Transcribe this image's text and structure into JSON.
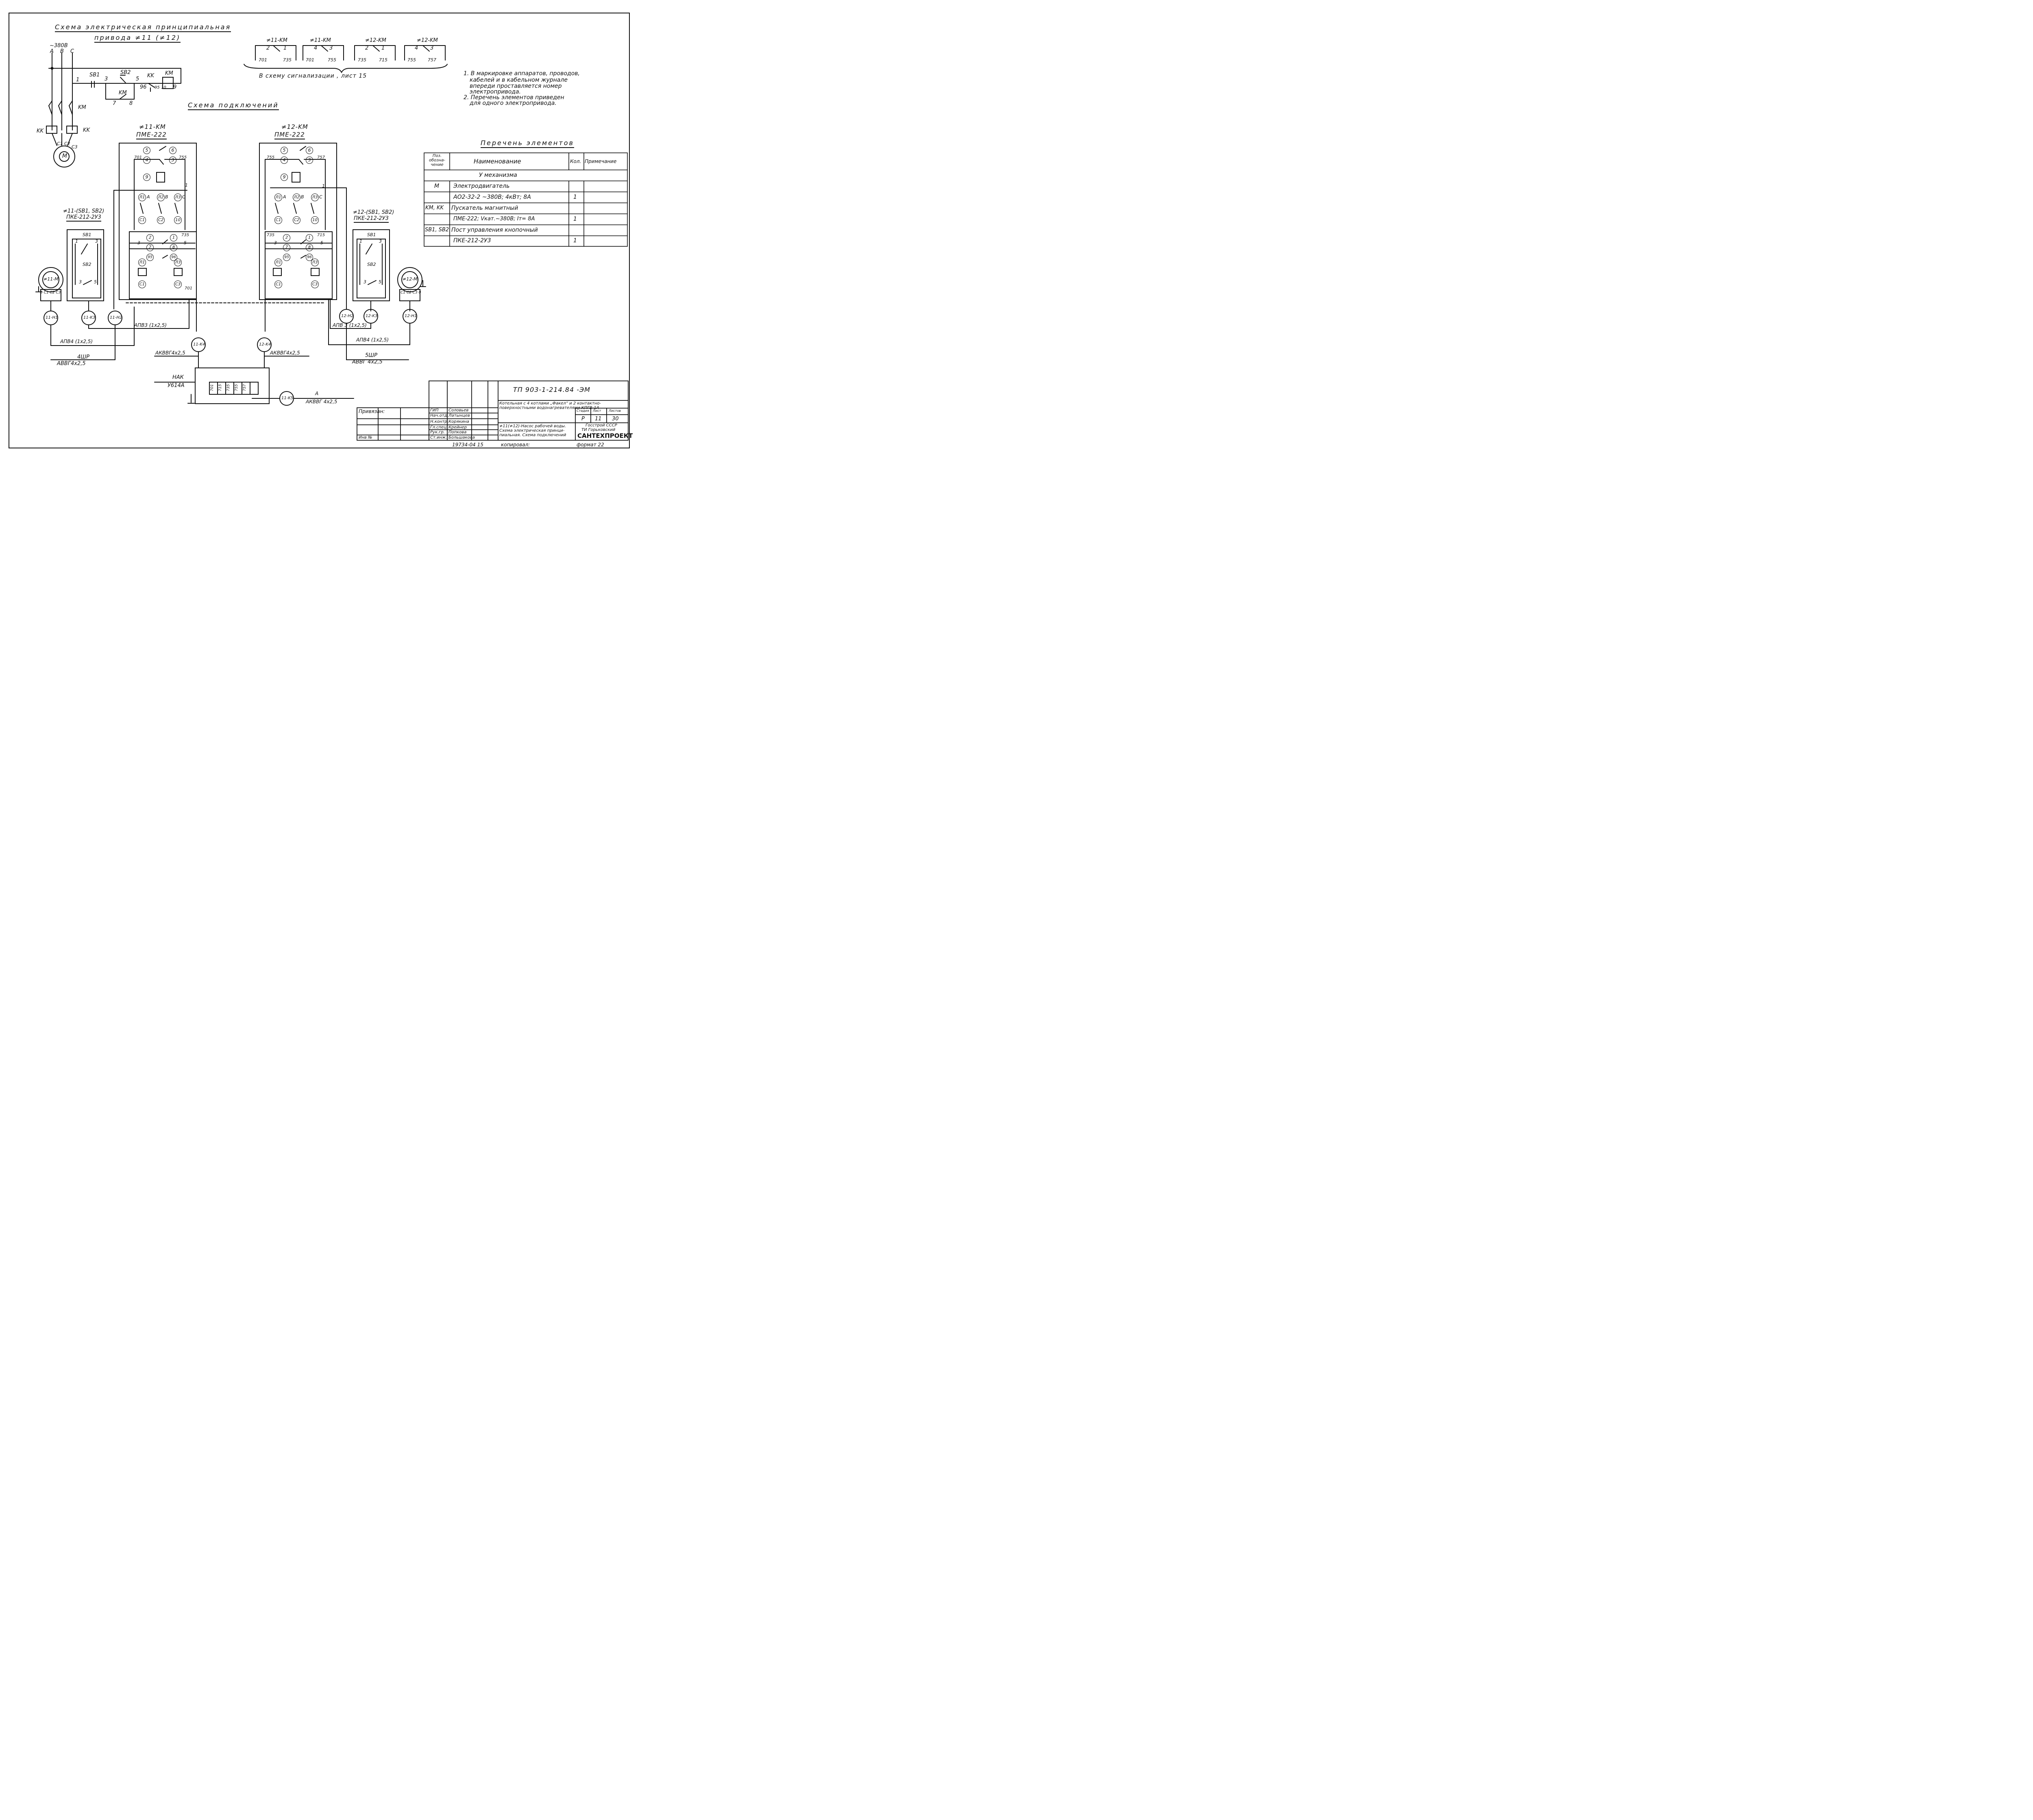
{
  "titles": {
    "schematic_line1": "Схема электрическая принципиальная",
    "schematic_line2": "привода ≠11 (≠12)",
    "connections": "Схема подключений",
    "elements_list": "Перечень элементов"
  },
  "supply": {
    "voltage": "~380В",
    "phases": [
      "A",
      "B",
      "C"
    ]
  },
  "schematic": {
    "sb1": "SB1",
    "sb2": "SB2",
    "km": "KM",
    "kk": "KK",
    "kk_left": "KK",
    "kk_right": "KK",
    "km_main": "KM",
    "motor": "M",
    "nodes": [
      "1",
      "3",
      "5",
      "96",
      "95",
      "10",
      "9",
      "7",
      "8"
    ],
    "windings": [
      "C1",
      "C2",
      "C3"
    ]
  },
  "signal_contacts": {
    "groups": [
      {
        "label": "≠11-KM",
        "a": "2",
        "b": "1",
        "w1": "701",
        "w2": "735"
      },
      {
        "label": "≠11-KM",
        "a": "4",
        "b": "3",
        "w1": "701",
        "w2": "755"
      },
      {
        "label": "≠12-KM",
        "a": "2",
        "b": "1",
        "w1": "735",
        "w2": "715"
      },
      {
        "label": "≠12-KM",
        "a": "4",
        "b": "3",
        "w1": "755",
        "w2": "757"
      }
    ],
    "caption": "В схему сигнализации , лист 15"
  },
  "notes": [
    "1. В маркировке аппаратов, проводов,",
    "кабелей и в кабельном журнале",
    "впереди проставляется номер",
    "электропривода.",
    "2. Перечень элементов приведен",
    "для одного электропривода."
  ],
  "table": {
    "headers": [
      "Поз. обозна- чение",
      "Наименование",
      "Кол.",
      "Примечание"
    ],
    "section": "У механизма",
    "rows": [
      {
        "pos": "M",
        "name": "Электродвигатель",
        "qty": ""
      },
      {
        "pos": "",
        "name": "АО2-32-2 ~380В; 4кВт; 8А",
        "qty": "1"
      },
      {
        "pos": "KM, KK",
        "name": "Пускатель магнитный",
        "qty": ""
      },
      {
        "pos": "",
        "name": "ПМЕ-222; Vкат.~380В; Iт= 8А",
        "qty": "1"
      },
      {
        "pos": "SB1, SB2",
        "name": "Пост управления кнопочный",
        "qty": ""
      },
      {
        "pos": "",
        "name": "ПКЕ-212-2У3",
        "qty": "1"
      }
    ]
  },
  "starters": [
    {
      "id": "≠11-KM",
      "type": "ПМЕ-222",
      "w_left": "701",
      "w_right": "755",
      "w_mid": "735"
    },
    {
      "id": "≠12-KM",
      "type": "ПМЕ-222",
      "w_left": "755",
      "w_right": "757",
      "w_mid": "715"
    }
  ],
  "starter_terminals": [
    "5",
    "6",
    "4",
    "3",
    "9",
    "Л1",
    "Л2",
    "Л3",
    "C1",
    "C2",
    "10",
    "2",
    "1",
    "7",
    "8",
    "95",
    "96",
    "Л1",
    "Л3",
    "C1",
    "C3"
  ],
  "starter_marks": {
    "phase_a": "A",
    "phase_b": "B",
    "phase_c": "C",
    "wire1": "1",
    "term3": "3",
    "term5": "5",
    "w701": "701"
  },
  "posts": [
    {
      "id": "≠11-(SB1, SB2)",
      "type": "ПКЕ-212-2У3"
    },
    {
      "id": "≠12-(SB1, SB2)",
      "type": "ПКЕ-212-2У3"
    }
  ],
  "post_labels": {
    "sb1": "SB1",
    "sb2": "SB2",
    "t1": "1",
    "t3": "3",
    "t5": "5"
  },
  "motors": [
    {
      "id": "≠11-M",
      "terms": "0 C1 C2 C3"
    },
    {
      "id": "≠12-M",
      "terms": "C1 C2 C3 0"
    }
  ],
  "cables": {
    "n11h1": "11-H1",
    "n11k3": "11-K3",
    "n11h2": "11-H2",
    "n12h2": "12-H2",
    "n12k3": "12-K3",
    "n12h1": "12-H1",
    "n11k4": "11-K4",
    "n12k4": "12-K4",
    "n11k5": "11-K5",
    "apv3_left": "АПВ3 (1х2,5)",
    "apv4_left": "АПВ4 (1х2,5)",
    "apv3_right": "АПВ 3 (1х2,5)",
    "apv4_right": "АПВ4 (1х2,5)",
    "akvvg_left": "АКВВГ4х2,5",
    "akvvg_right": "АКВВГ4х2,5",
    "akvvg_bottom": "АКВВГ 4х2,5",
    "bottom_a": "А",
    "shr4": "4ШР",
    "avvg_left": "АВВГ4х2,5",
    "shr5": "5ШР",
    "avvg_right": "АВВГ 4х2,5"
  },
  "nak": {
    "label": "НАК",
    "type": "У614А",
    "terminals": [
      "701",
      "715",
      "735",
      "755",
      "757"
    ]
  },
  "stamp": {
    "code": "ТП 903-1-214.84 -ЭМ",
    "object_line1": "Котельная с 4 котлами „Факел“ и 2 контактно-",
    "object_line2": "поверхностными водонагревателями КПГВ-1А",
    "stage_header": "Стадия",
    "sheet_header": "Лист",
    "sheets_header": "Листов",
    "stage": "Р",
    "sheet": "11",
    "sheets": "30",
    "title_line1": "≠11(≠12)-Насос рабочей воды.",
    "title_line2": "Схема электрическая принци-",
    "title_line3": "пиальная. Схема подключений",
    "org_line1": "Госстрой СССР",
    "org_line2": "ТИ Горьковский",
    "org_line3": "САНТЕХПРОЕКТ",
    "tied": "Привязан:",
    "inv": "Инв №",
    "roles": [
      "ГИП",
      "Нач.отд.",
      "Н.контр.",
      "Гл.спец.",
      "Рук.гр.",
      "Ст.инж."
    ],
    "names": [
      "Соловьев",
      "Латынцев",
      "Корякина",
      "Крейнер",
      "Попкова",
      "Большакова"
    ],
    "bottom_number": "19734-04 15",
    "copied": "копировал:",
    "format": "формат 22"
  }
}
